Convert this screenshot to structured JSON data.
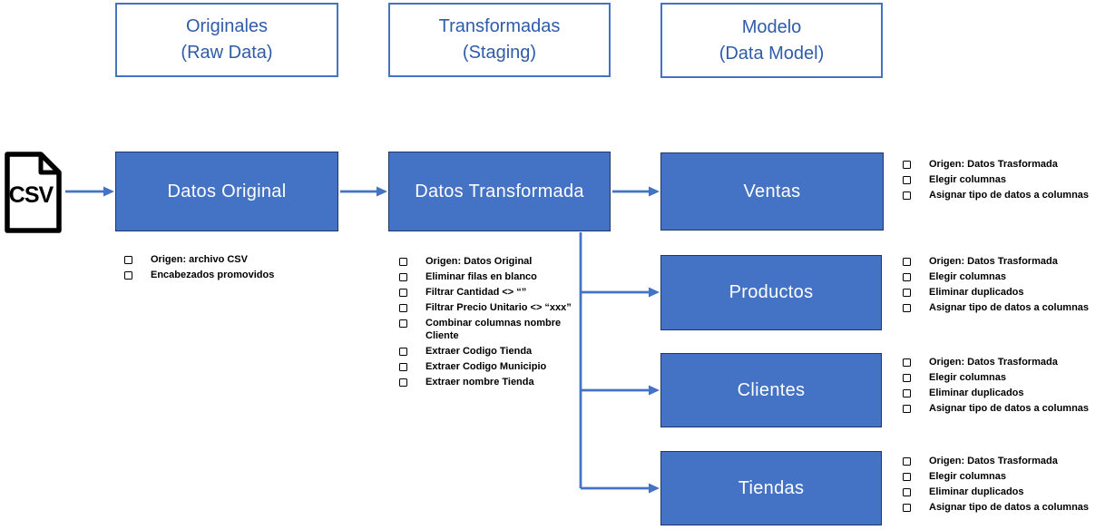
{
  "columns": [
    {
      "title_line1": "Originales",
      "title_line2": "(Raw Data)"
    },
    {
      "title_line1": "Transformadas",
      "title_line2": "(Staging)"
    },
    {
      "title_line1": "Modelo",
      "title_line2": "(Data Model)"
    }
  ],
  "csv": {
    "label": "CSV"
  },
  "nodes": {
    "datos_original": {
      "label": "Datos Original",
      "steps": [
        "Origen: archivo CSV",
        "Encabezados promovidos"
      ]
    },
    "datos_transformada": {
      "label": "Datos Transformada",
      "steps": [
        "Origen: Datos Original",
        "Eliminar filas en blanco",
        "Filtrar Cantidad <> “”",
        "Filtrar Precio Unitario <> “xxx”",
        "Combinar columnas nombre\nCliente",
        "Extraer Codigo Tienda",
        "Extraer Codigo Municipio",
        "Extraer nombre Tienda"
      ]
    },
    "ventas": {
      "label": "Ventas",
      "steps": [
        "Origen: Datos Trasformada",
        "Elegir columnas",
        "Asignar tipo de datos a columnas"
      ]
    },
    "productos": {
      "label": "Productos",
      "steps": [
        "Origen: Datos Trasformada",
        "Elegir columnas",
        "Eliminar duplicados",
        "Asignar tipo de datos a columnas"
      ]
    },
    "clientes": {
      "label": "Clientes",
      "steps": [
        "Origen: Datos Trasformada",
        "Elegir columnas",
        "Eliminar duplicados",
        "Asignar tipo de datos a columnas"
      ]
    },
    "tiendas": {
      "label": "Tiendas",
      "steps": [
        "Origen: Datos Trasformada",
        "Elegir columnas",
        "Eliminar duplicados",
        "Asignar tipo de datos a columnas"
      ]
    }
  },
  "colors": {
    "node_fill": "#4472C4",
    "node_border": "#1F3864",
    "header_border": "#4472C4",
    "header_text": "#2F5CA8",
    "connector": "#4472C4",
    "bullet_text": "#000000"
  }
}
